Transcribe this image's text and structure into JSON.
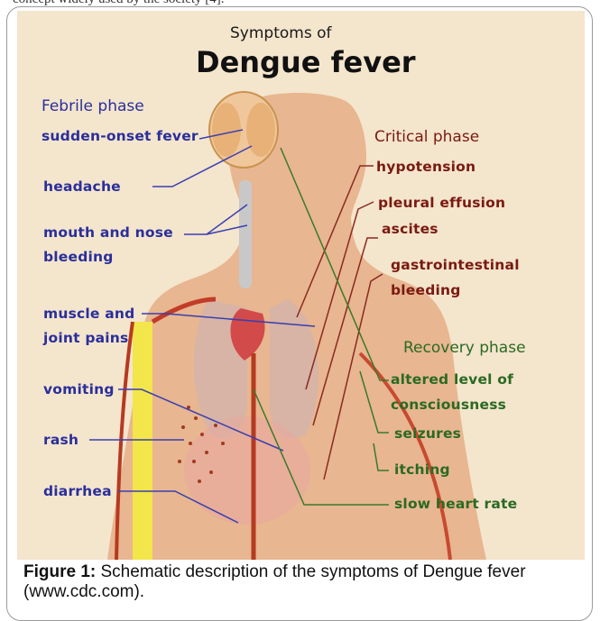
{
  "top_fragment": "concept widely used by the society [4].",
  "diagram": {
    "title_small": "Symptoms of",
    "title_big": "Dengue fever",
    "febrile": {
      "heading": "Febrile phase",
      "labels": [
        "sudden-onset fever",
        "headache",
        "mouth and nose",
        "bleeding",
        "muscle and",
        "joint pains",
        "vomiting",
        "rash",
        "diarrhea"
      ]
    },
    "critical": {
      "heading": "Critical phase",
      "labels": [
        "hypotension",
        "pleural effusion",
        "ascites",
        "gastrointestinal",
        "bleeding"
      ]
    },
    "recovery": {
      "heading": "Recovery phase",
      "labels": [
        "altered level of",
        "consciousness",
        "seizures",
        "itching",
        "slow heart rate"
      ]
    },
    "colors": {
      "febrile": "#2a2f9a",
      "critical": "#7a1a10",
      "recovery": "#2a6a22",
      "background": "#f4e5cd",
      "body": "#e8b690"
    }
  },
  "caption": {
    "label": "Figure 1:",
    "text": " Schematic description of the symptoms of Dengue fever (www.cdc.com)."
  }
}
